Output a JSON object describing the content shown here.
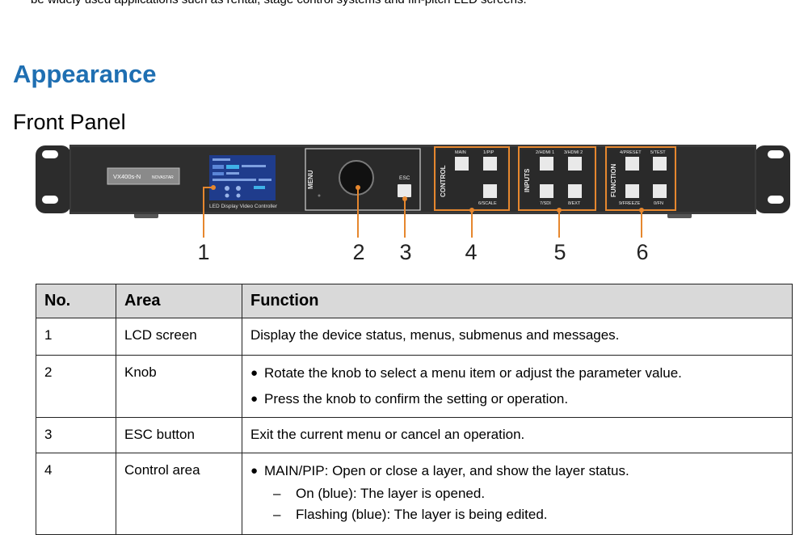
{
  "intro_tail": "be widely used applications such as rental, stage control systems and fin-pitch LED screens.",
  "section_title": "Appearance",
  "subsection_title": "Front Panel",
  "device": {
    "model": "VX400s-N",
    "brand": "NOVASTAR",
    "lcd_caption": "LED Display Video Controller",
    "menu_label": "MENU",
    "esc_label": "ESC",
    "control_label": "CONTROL",
    "control_buttons": [
      "MAIN",
      "1/PIP",
      "6/SCALE"
    ],
    "inputs_label": "INPUTS",
    "input_buttons": [
      "2/HDMI 1",
      "3/HDMI 2",
      "7/SDI",
      "8/EXT"
    ],
    "function_label": "FUNCTION",
    "function_buttons": [
      "4/PRESET",
      "5/TEST",
      "9/FREEZE",
      "0/FN"
    ],
    "callouts": [
      "1",
      "2",
      "3",
      "4",
      "5",
      "6"
    ],
    "accent_color": "#e6872e"
  },
  "table": {
    "headers": [
      "No.",
      "Area",
      "Function"
    ],
    "rows": [
      {
        "no": "1",
        "area": "LCD screen",
        "function": "Display the device status, menus, submenus and messages."
      },
      {
        "no": "2",
        "area": "Knob",
        "bullets": [
          "Rotate the knob to select a menu item or adjust the parameter value.",
          "Press the knob to confirm the setting or operation."
        ]
      },
      {
        "no": "3",
        "area": "ESC button",
        "function": "Exit the current menu or cancel an operation."
      },
      {
        "no": "4",
        "area": "Control area",
        "bullets": [
          "MAIN/PIP: Open or close a layer, and show the layer status."
        ],
        "sub_items": [
          "On (blue): The layer is opened.",
          "Flashing (blue): The layer is being edited."
        ]
      }
    ]
  }
}
